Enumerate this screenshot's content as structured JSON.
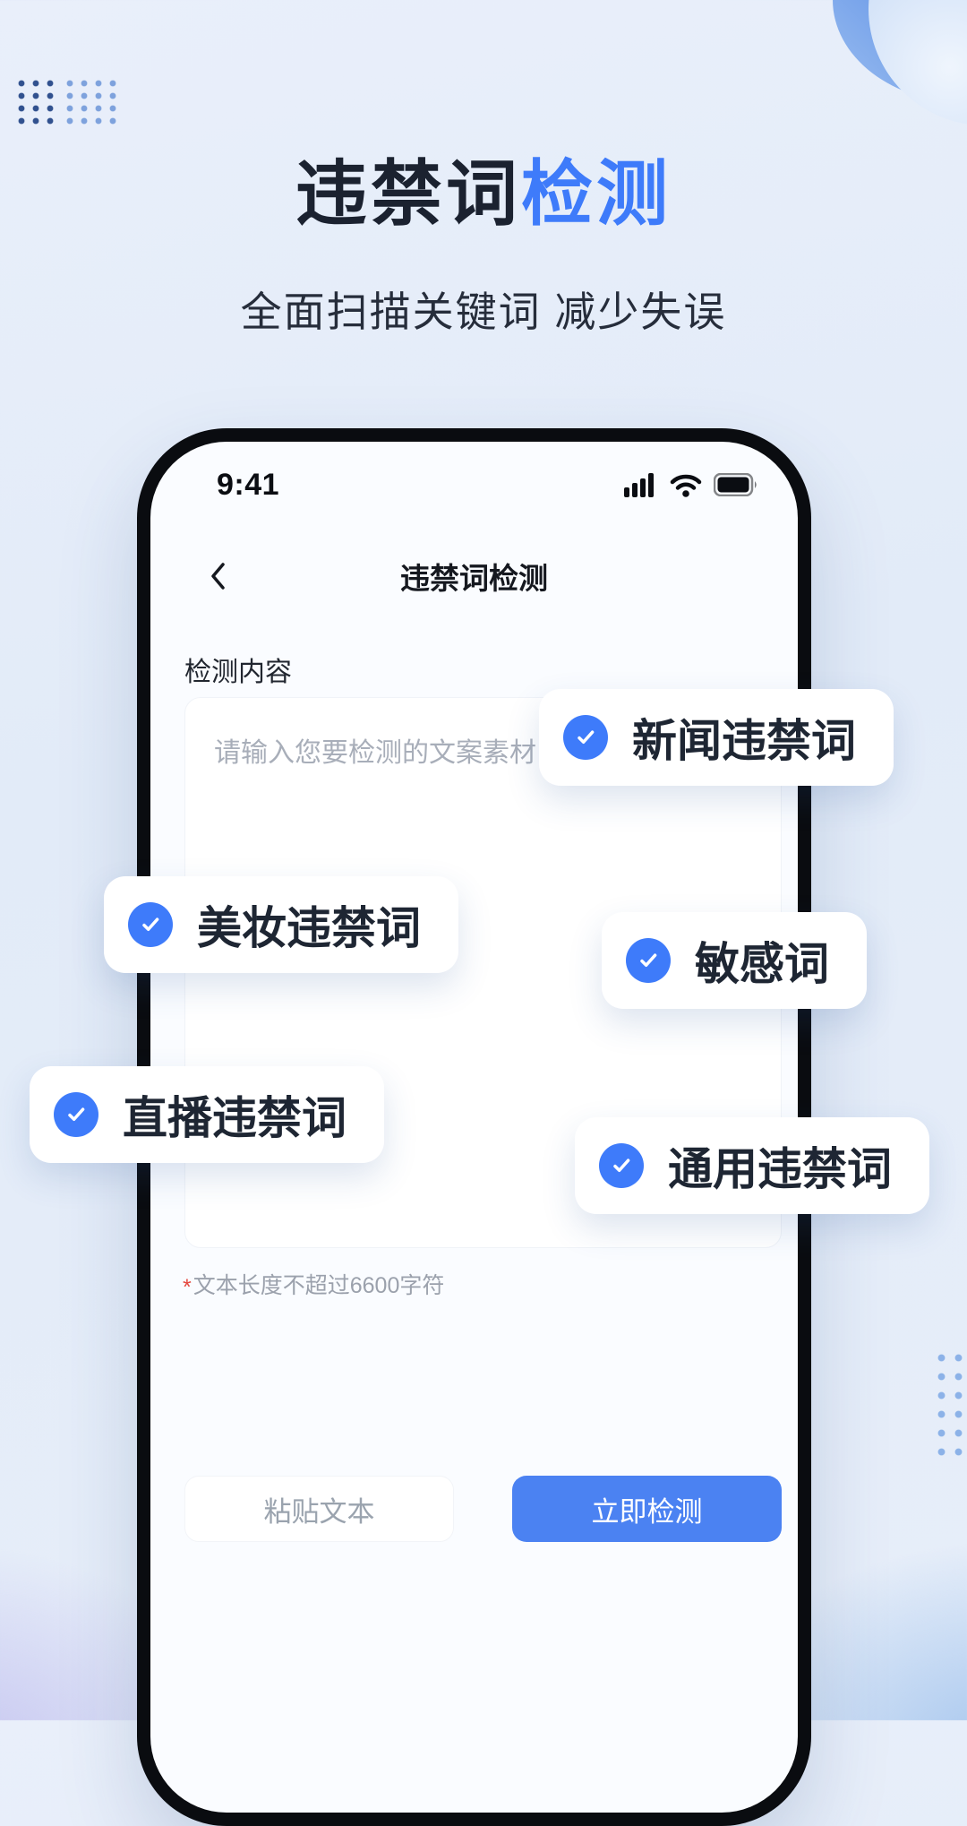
{
  "hero": {
    "title_main": "违禁词",
    "title_accent": "检测",
    "subtitle": "全面扫描关键词 减少失误"
  },
  "phone": {
    "status": {
      "time": "9:41"
    },
    "nav": {
      "title": "违禁词检测"
    },
    "section_label": "检测内容",
    "textarea": {
      "placeholder": "请输入您要检测的文案素材",
      "value": ""
    },
    "note": {
      "asterisk": "*",
      "text": "文本长度不超过6600字符"
    },
    "buttons": {
      "paste": "粘贴文本",
      "detect": "立即检测"
    }
  },
  "chips": [
    {
      "label": "新闻违禁词"
    },
    {
      "label": "美妆违禁词"
    },
    {
      "label": "敏感词"
    },
    {
      "label": "直播违禁词"
    },
    {
      "label": "通用违禁词"
    }
  ],
  "colors": {
    "accent": "#3E7BFA",
    "detect-button": "#4B82F2",
    "title-dark": "#1B2230"
  }
}
